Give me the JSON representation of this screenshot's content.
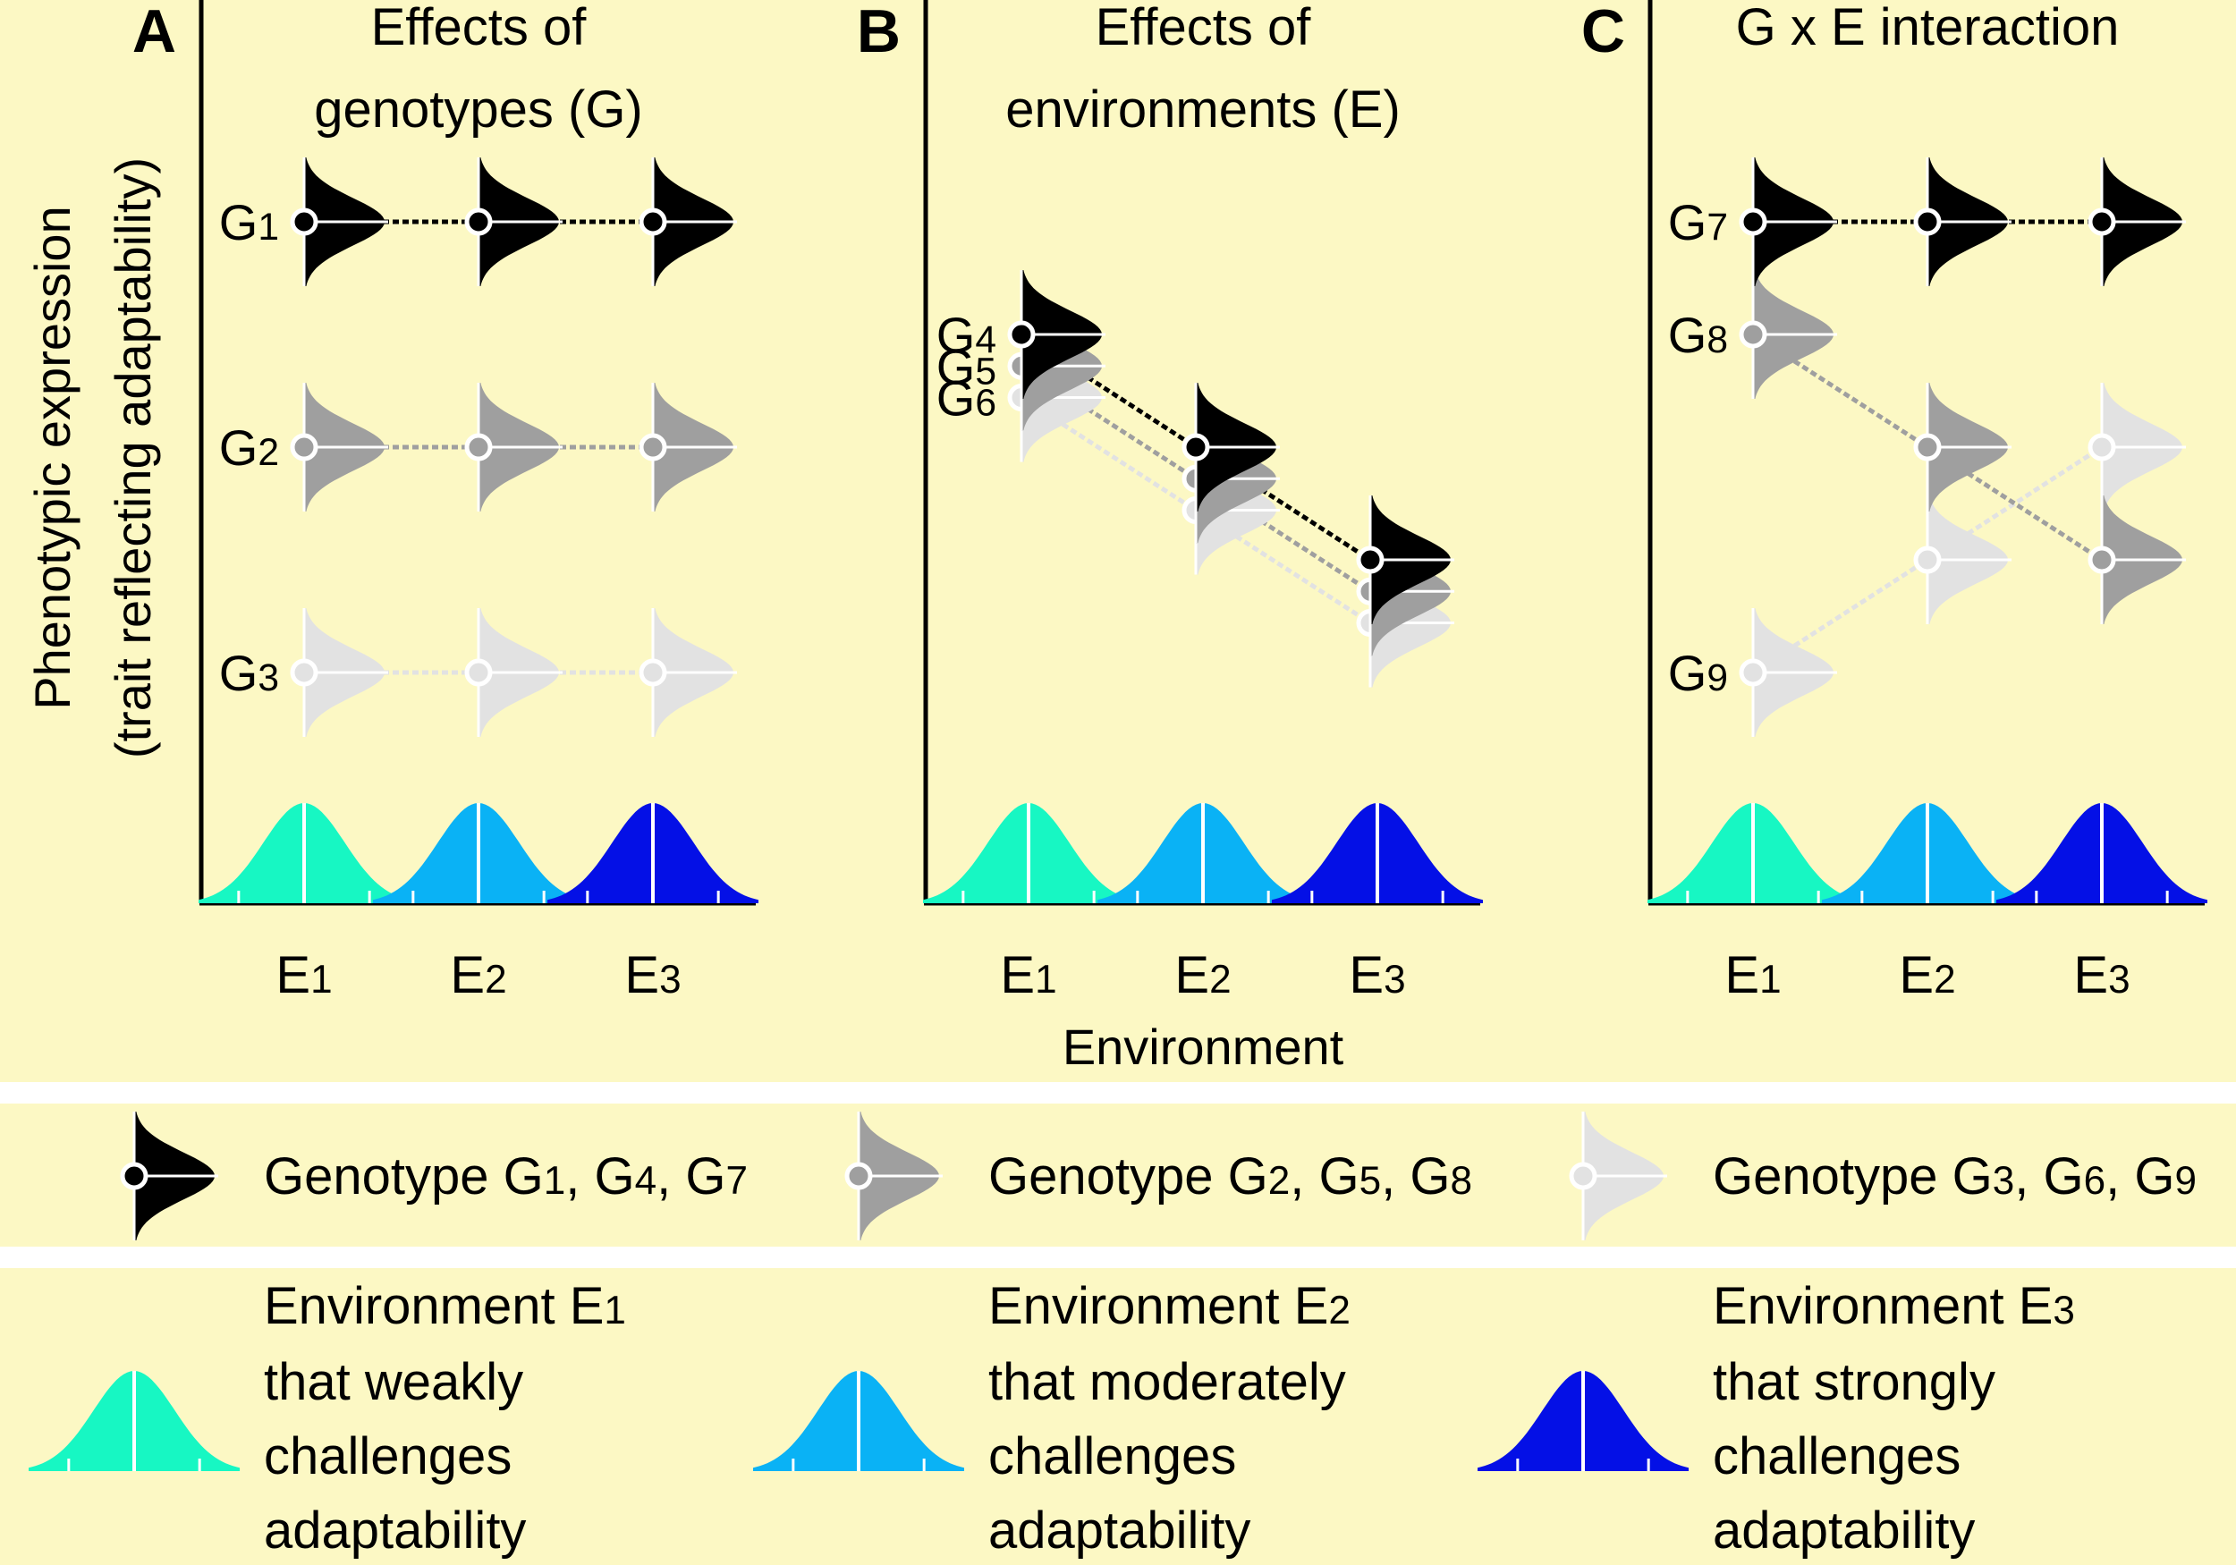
{
  "colors": {
    "background": "#fcf8c4",
    "separator": "#ffffff",
    "genotype_dark": "#000000",
    "genotype_mid": "#9f9f9f",
    "genotype_light": "#e2e2e2",
    "env_e1": "#17f7c3",
    "env_e2": "#0ab2f5",
    "env_e3": "#0410e6"
  },
  "axes": {
    "y_title_line1": "Phenotypic expression",
    "y_title_line2": "(trait reflecting adaptability)",
    "x_title": "Environment"
  },
  "environments": [
    {
      "id": "E1",
      "letter": "E",
      "sub": "1",
      "color_key": "env_e1"
    },
    {
      "id": "E2",
      "letter": "E",
      "sub": "2",
      "color_key": "env_e2"
    },
    {
      "id": "E3",
      "letter": "E",
      "sub": "3",
      "color_key": "env_e3"
    }
  ],
  "panels": [
    {
      "letter": "A",
      "title_lines": [
        "Effects of",
        "genotypes (G)"
      ],
      "genotypes": [
        {
          "letter": "G",
          "sub": "1",
          "shade": "dark",
          "levels": [
            4.8,
            4.8,
            4.8
          ]
        },
        {
          "letter": "G",
          "sub": "2",
          "shade": "mid",
          "levels": [
            3.3,
            3.3,
            3.3
          ]
        },
        {
          "letter": "G",
          "sub": "3",
          "shade": "light",
          "levels": [
            1.8,
            1.8,
            1.8
          ]
        }
      ]
    },
    {
      "letter": "B",
      "title_lines": [
        "Effects of",
        "environments (E)"
      ],
      "genotypes": [
        {
          "letter": "G",
          "sub": "4",
          "shade": "dark",
          "levels": [
            4.05,
            3.3,
            2.55
          ]
        },
        {
          "letter": "G",
          "sub": "5",
          "shade": "mid",
          "levels": [
            3.84,
            3.09,
            2.34
          ]
        },
        {
          "letter": "G",
          "sub": "6",
          "shade": "light",
          "levels": [
            3.63,
            2.88,
            2.13
          ]
        }
      ]
    },
    {
      "letter": "C",
      "title_lines": [
        "G x E interaction"
      ],
      "genotypes": [
        {
          "letter": "G",
          "sub": "7",
          "shade": "dark",
          "levels": [
            4.8,
            4.8,
            4.8
          ]
        },
        {
          "letter": "G",
          "sub": "8",
          "shade": "mid",
          "levels": [
            4.05,
            3.3,
            2.55
          ]
        },
        {
          "letter": "G",
          "sub": "9",
          "shade": "light",
          "levels": [
            1.8,
            2.55,
            3.3
          ]
        }
      ]
    }
  ],
  "legend": {
    "genotypes": [
      {
        "shade": "dark",
        "text": "Genotype G",
        "subs": [
          "1",
          "4",
          "7"
        ]
      },
      {
        "shade": "mid",
        "text": "Genotype G",
        "subs": [
          "2",
          "5",
          "8"
        ]
      },
      {
        "shade": "light",
        "text": "Genotype G",
        "subs": [
          "3",
          "6",
          "9"
        ]
      }
    ],
    "environments": [
      {
        "color_key": "env_e1",
        "line1_prefix": "Environment E",
        "line1_sub": "1",
        "lines": [
          "that weakly",
          "challenges",
          "adaptability"
        ]
      },
      {
        "color_key": "env_e2",
        "line1_prefix": "Environment E",
        "line1_sub": "2",
        "lines": [
          "that moderately",
          "challenges",
          "adaptability"
        ]
      },
      {
        "color_key": "env_e3",
        "line1_prefix": "Environment E",
        "line1_sub": "3",
        "lines": [
          "that strongly",
          "challenges",
          "adaptability"
        ]
      }
    ]
  }
}
